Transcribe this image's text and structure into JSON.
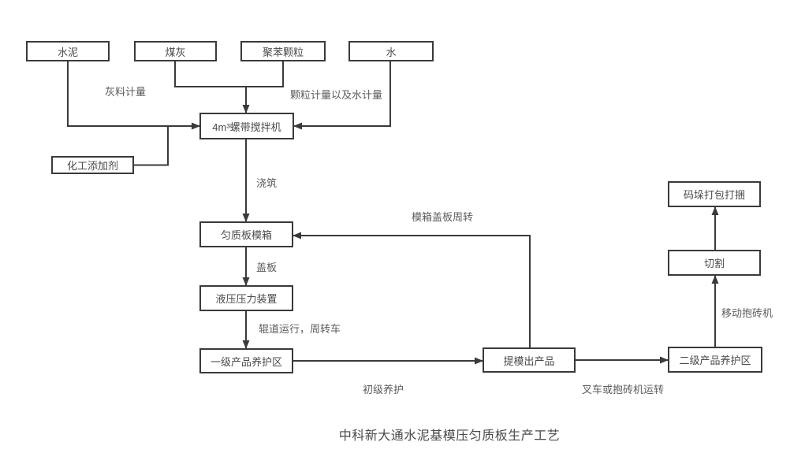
{
  "diagram": {
    "title": "中科新大通水泥基模压匀质板生产工艺",
    "nodes": {
      "cement": {
        "label": "水泥"
      },
      "coal_ash": {
        "label": "煤灰"
      },
      "polystyrene_particles": {
        "label": "聚苯颗粒"
      },
      "water": {
        "label": "水"
      },
      "mixer": {
        "label": "4m³螺带搅拌机"
      },
      "chemical_additive": {
        "label": "化工添加剂"
      },
      "mold_box": {
        "label": "匀质板模箱"
      },
      "hydraulic_press": {
        "label": "液压压力装置"
      },
      "primary_curing_area": {
        "label": "一级产品养护区"
      },
      "demold_product": {
        "label": "提模出产品"
      },
      "secondary_curing_area": {
        "label": "二级产品养护区"
      },
      "cutting": {
        "label": "切割"
      },
      "stacking_packing": {
        "label": "码垛打包打捆"
      }
    },
    "edge_labels": {
      "ash_metering": "灰料计量",
      "particle_water_metering": "颗粒计量以及水计量",
      "pouring": "浇筑",
      "cover_plate": "盖板",
      "roller_transfer": "辊道运行，周转车",
      "primary_curing": "初级养护",
      "mold_cover_turnover": "模箱盖板周转",
      "forklift_transfer": "叉车或抱砖机运转",
      "mobile_grabber": "移动抱砖机"
    },
    "colors": {
      "stroke": "#3a3a3a",
      "box_text": "#4a4a4a",
      "label_text": "#5c5c5c",
      "background": "#ffffff"
    }
  }
}
